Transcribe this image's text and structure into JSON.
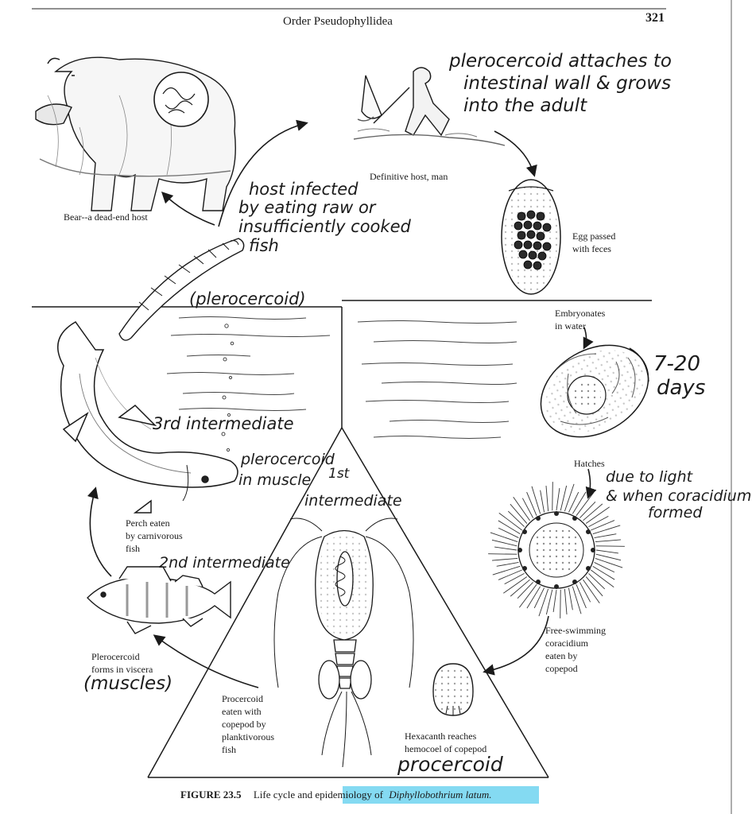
{
  "page": {
    "header": "Order Pseudophyllidea",
    "page_number": "321",
    "figure_label": "FIGURE 23.5",
    "caption": "Life cycle and epidemiology of",
    "caption_species": "Diphyllobothrium latum.",
    "highlight_color": "#6fd3f0"
  },
  "printed_labels": {
    "bear": "Bear--a dead-end host",
    "definitive_host": "Definitive host, man",
    "egg_1": "Egg passed",
    "egg_2": "with feces",
    "embryo_1": "Embryonates",
    "embryo_2": "in water",
    "hatches": "Hatches",
    "free_1": "Free-swimming",
    "free_2": "coracidium",
    "free_3": "eaten by",
    "free_4": "copepod",
    "hexa_1": "Hexacanth reaches",
    "hexa_2": "hemocoel of copepod",
    "proc_1": "Procercoid",
    "proc_2": "eaten with",
    "proc_3": "copepod by",
    "proc_4": "planktivorous",
    "proc_5": "fish",
    "pleroviscera_1": "Plerocercoid",
    "pleroviscera_2": "forms in viscera",
    "perch_1": "Perch eaten",
    "perch_2": "by carnivorous",
    "perch_3": "fish"
  },
  "handwritten_notes": {
    "attach_1": "plerocercoid attaches to",
    "attach_2": "intestinal wall & grows",
    "attach_3": "into the adult",
    "infected_1": "host infected",
    "infected_2": "by eating raw or",
    "infected_3": "insufficiently cooked",
    "infected_4": "fish",
    "plerocercoid": "(plerocercoid)",
    "days_1": "7-20",
    "days_2": "days",
    "light_1": "due to light",
    "light_2": "& when coracidium",
    "light_3": "formed",
    "third": "3rd intermediate",
    "pler_muscle_1": "plerocercoid",
    "pler_muscle_2": "in muscle",
    "first_1": "1st",
    "first_2": "intermediate",
    "second": "2nd intermediate",
    "muscles": "(muscles)",
    "procercoid": "procercoid"
  },
  "icons": {
    "bear": "bear-illustration",
    "man": "fisherman-illustration",
    "egg": "egg-illustration",
    "embryonated_egg": "embryonated-egg-illustration",
    "coracidium": "coracidium-illustration",
    "copepod": "copepod-illustration",
    "procercoid": "procercoid-illustration",
    "perch": "perch-illustration",
    "trout": "trout-illustration",
    "plerocercoid": "plerocercoid-larva-illustration"
  }
}
